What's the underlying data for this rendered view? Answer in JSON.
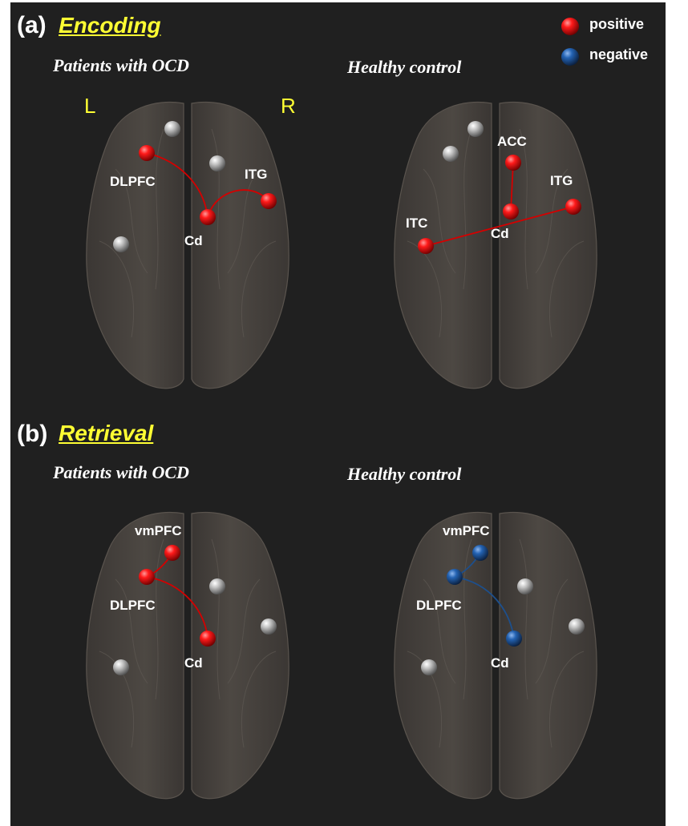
{
  "legend": [
    {
      "label": "positive",
      "color": "#e00000"
    },
    {
      "label": "negative",
      "color": "#1d4f8c"
    }
  ],
  "sides": {
    "left": "L",
    "right": "R"
  },
  "panels": [
    {
      "tag": "(a)",
      "title": "Encoding",
      "groups": [
        {
          "name": "Patients with OCD",
          "labels": {
            "dlpfc": "DLPFC",
            "itg": "ITG",
            "cd": "Cd"
          }
        },
        {
          "name": "Healthy control",
          "labels": {
            "acc": "ACC",
            "itg": "ITG",
            "itc": "ITC",
            "cd": "Cd"
          }
        }
      ]
    },
    {
      "tag": "(b)",
      "title": "Retrieval",
      "groups": [
        {
          "name": "Patients with OCD",
          "labels": {
            "vmpfc": "vmPFC",
            "dlpfc": "DLPFC",
            "cd": "Cd"
          }
        },
        {
          "name": "Healthy control",
          "labels": {
            "vmpfc": "vmPFC",
            "dlpfc": "DLPFC",
            "cd": "Cd"
          }
        }
      ]
    }
  ]
}
